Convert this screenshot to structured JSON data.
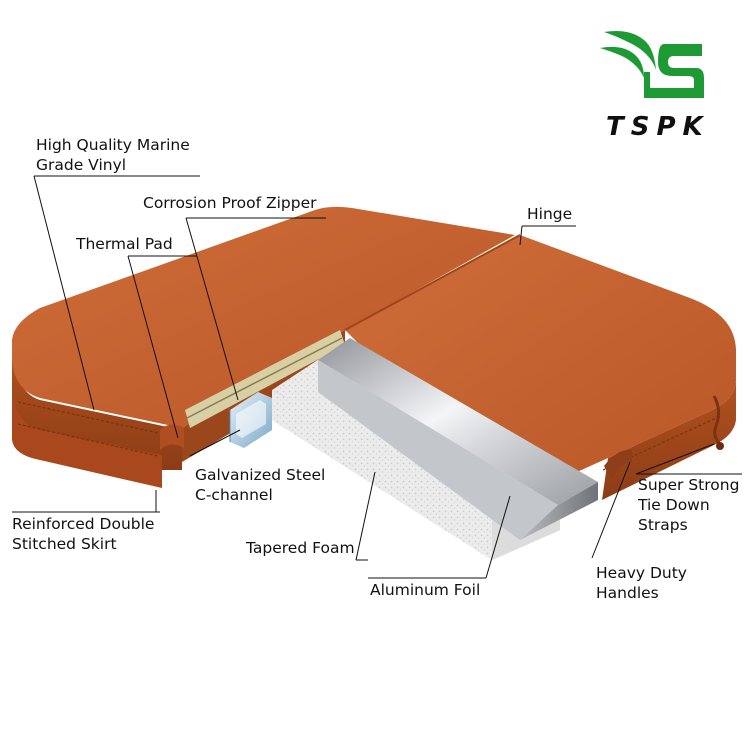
{
  "brand": {
    "name": "TSPK",
    "colors": {
      "leaf": "#1e9a35",
      "frame": "#1e9a35",
      "text": "#101010"
    }
  },
  "product": {
    "vinyl_color": "#c1612f",
    "vinyl_shadow": "#8f3e1a",
    "foil_color": "#c9cbcf",
    "foam_color": "#ebebeb"
  },
  "labels": {
    "marine_vinyl": [
      "High Quality Marine",
      "Grade Vinyl"
    ],
    "zipper": "Corrosion Proof Zipper",
    "thermal_pad": "Thermal Pad",
    "hinge": "Hinge",
    "c_channel": [
      "Galvanized Steel",
      "C-channel"
    ],
    "skirt": [
      "Reinforced Double",
      "Stitched Skirt"
    ],
    "foam": "Tapered Foam",
    "foil": "Aluminum Foil",
    "straps": [
      "Super Strong",
      "Tie Down",
      "Straps"
    ],
    "handles": [
      "Heavy Duty",
      "Handles"
    ]
  }
}
